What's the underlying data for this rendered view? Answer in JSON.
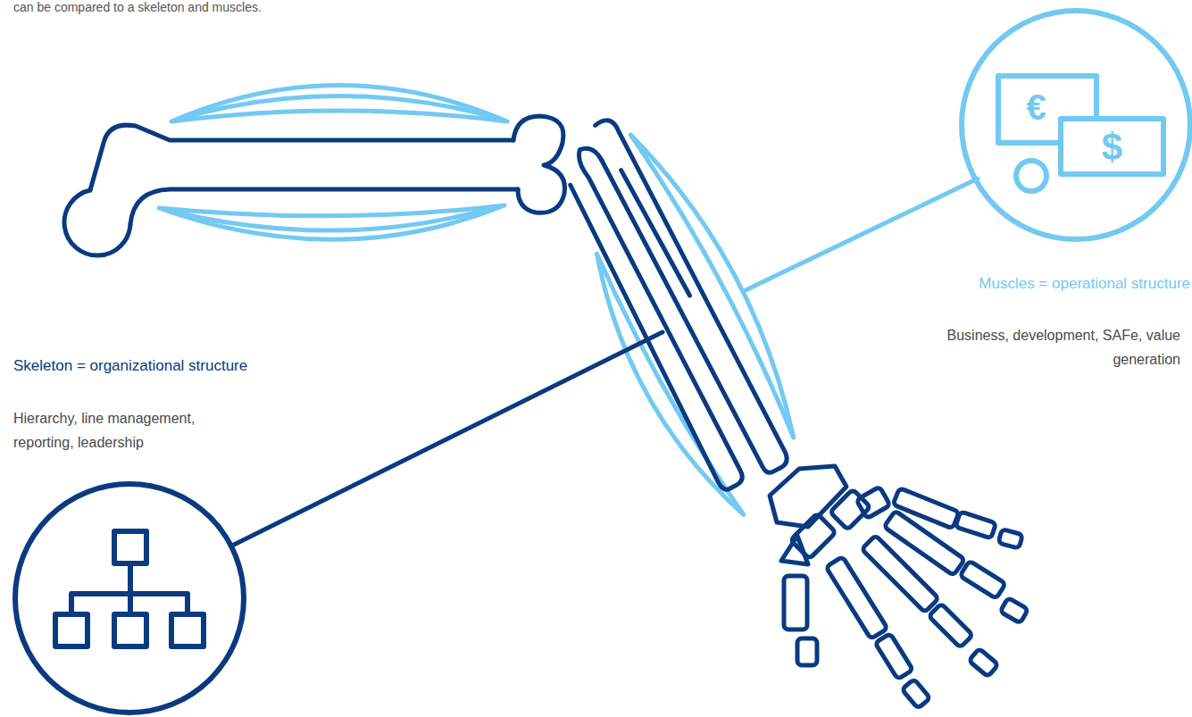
{
  "diagram": {
    "labels": [
      "can be compared to a skeleton and muscles.",
      "Skeleton = organizational structure",
      "Hierarchy, line management, reporting, leadership",
      "Muscles = operational structure",
      "Business, development, SAFe, value generation",
      "€",
      "$"
    ]
  }
}
